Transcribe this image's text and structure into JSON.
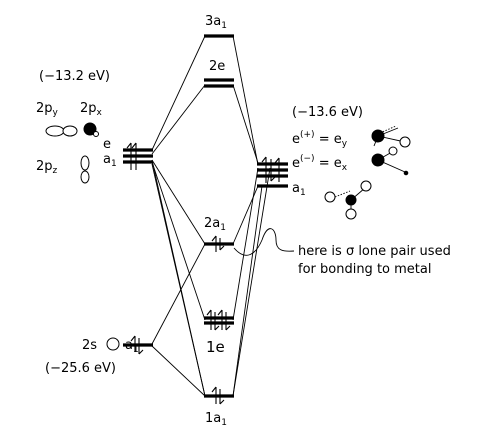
{
  "mo_levels": [
    {
      "id": "3a1",
      "label": "3a1",
      "label_main": "3a",
      "label_sub": "1"
    },
    {
      "id": "2e",
      "label": "2e",
      "label_main": "2e",
      "label_sub": ""
    },
    {
      "id": "2a1",
      "label": "2a1",
      "label_main": "2a",
      "label_sub": "1"
    },
    {
      "id": "1e",
      "label": "1e",
      "label_main": "1e",
      "label_sub": ""
    },
    {
      "id": "1a1",
      "label": "1a1",
      "label_main": "1a",
      "label_sub": "1"
    }
  ],
  "left_fragment": {
    "energy_top": "(−13.2 eV)",
    "energy_bottom": "(−25.6 eV)",
    "p_labels": {
      "py_main": "2p",
      "py_sub": "y",
      "px_main": "2p",
      "px_sub": "x",
      "pz_main": "2p",
      "pz_sub": "z"
    },
    "sym_e": "e",
    "sym_a1_main": "a",
    "sym_a1_sub": "1",
    "s_main": "2s",
    "s_sym_main": "a",
    "s_sym_sub": "1"
  },
  "right_fragment": {
    "energy": "(−13.6 eV)",
    "eplus_main": "e",
    "eplus_sup": "(+)",
    "eplus_eq": " = e",
    "eplus_sub": "y",
    "eminus_main": "e",
    "eminus_sup": "(−)",
    "eminus_eq": " = e",
    "eminus_sub": "x",
    "a1_main": "a",
    "a1_sub": "1"
  },
  "annotation": {
    "line1": "here is σ lone pair used",
    "line2": "for bonding to metal"
  }
}
